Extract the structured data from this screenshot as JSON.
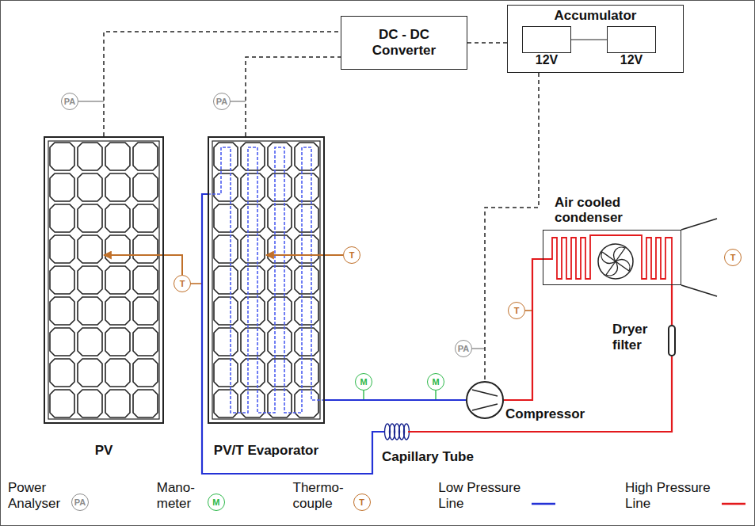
{
  "diagram": {
    "nodes": [
      {
        "text": [
          "DC - DC Converter"
        ]
      },
      {
        "text": [
          "Accumulator"
        ]
      },
      {
        "text": [
          "12V"
        ],
        "in": 1
      },
      {
        "text": [
          "12V"
        ],
        "in": 1
      },
      {
        "text": [
          "PA"
        ]
      },
      {
        "text": [
          "PA"
        ]
      },
      {
        "text": [
          "PV"
        ]
      },
      {
        "text": [
          "PV/T Evaporator"
        ]
      },
      {
        "text": [
          "T"
        ]
      },
      {
        "text": [
          "T"
        ]
      },
      {
        "text": [
          "Air cooled condenser"
        ]
      },
      {
        "text": [
          "T"
        ]
      },
      {
        "text": [
          "T"
        ]
      },
      {
        "text": [
          "Dryer filter"
        ]
      },
      {
        "text": [
          "PA"
        ]
      },
      {
        "text": [
          "M"
        ]
      },
      {
        "text": [
          "M"
        ]
      },
      {
        "text": [
          "Compressor"
        ]
      },
      {
        "text": [
          "Capillary Tube"
        ]
      }
    ],
    "edges": [
      {
        "from": 6,
        "to": 0,
        "arrow": "none"
      },
      {
        "from": 7,
        "to": 0,
        "arrow": "none"
      },
      {
        "from": 0,
        "to": 1,
        "arrow": "none"
      },
      {
        "from": 2,
        "to": 3,
        "arrow": "none"
      },
      {
        "from": 1,
        "to": 17,
        "arrow": "none"
      },
      {
        "from": 8,
        "to": 6,
        "arrow": "to"
      },
      {
        "from": 9,
        "to": 7,
        "arrow": "to"
      },
      {
        "from": 7,
        "to": 17,
        "arrow": "none"
      },
      {
        "from": 17,
        "to": 10,
        "arrow": "none"
      },
      {
        "from": 10,
        "to": 13,
        "arrow": "none"
      },
      {
        "from": 13,
        "to": 18,
        "arrow": "none"
      },
      {
        "from": 18,
        "to": 7,
        "arrow": "none"
      }
    ],
    "labels": [
      "PA",
      "M",
      "T"
    ],
    "legend": [
      {
        "text": "Power Analyser"
      },
      {
        "text": "Mano- meter"
      },
      {
        "text": "Thermo- couple"
      },
      {
        "text": "Low Pressure Line"
      },
      {
        "text": "High Pressure Line"
      }
    ]
  }
}
